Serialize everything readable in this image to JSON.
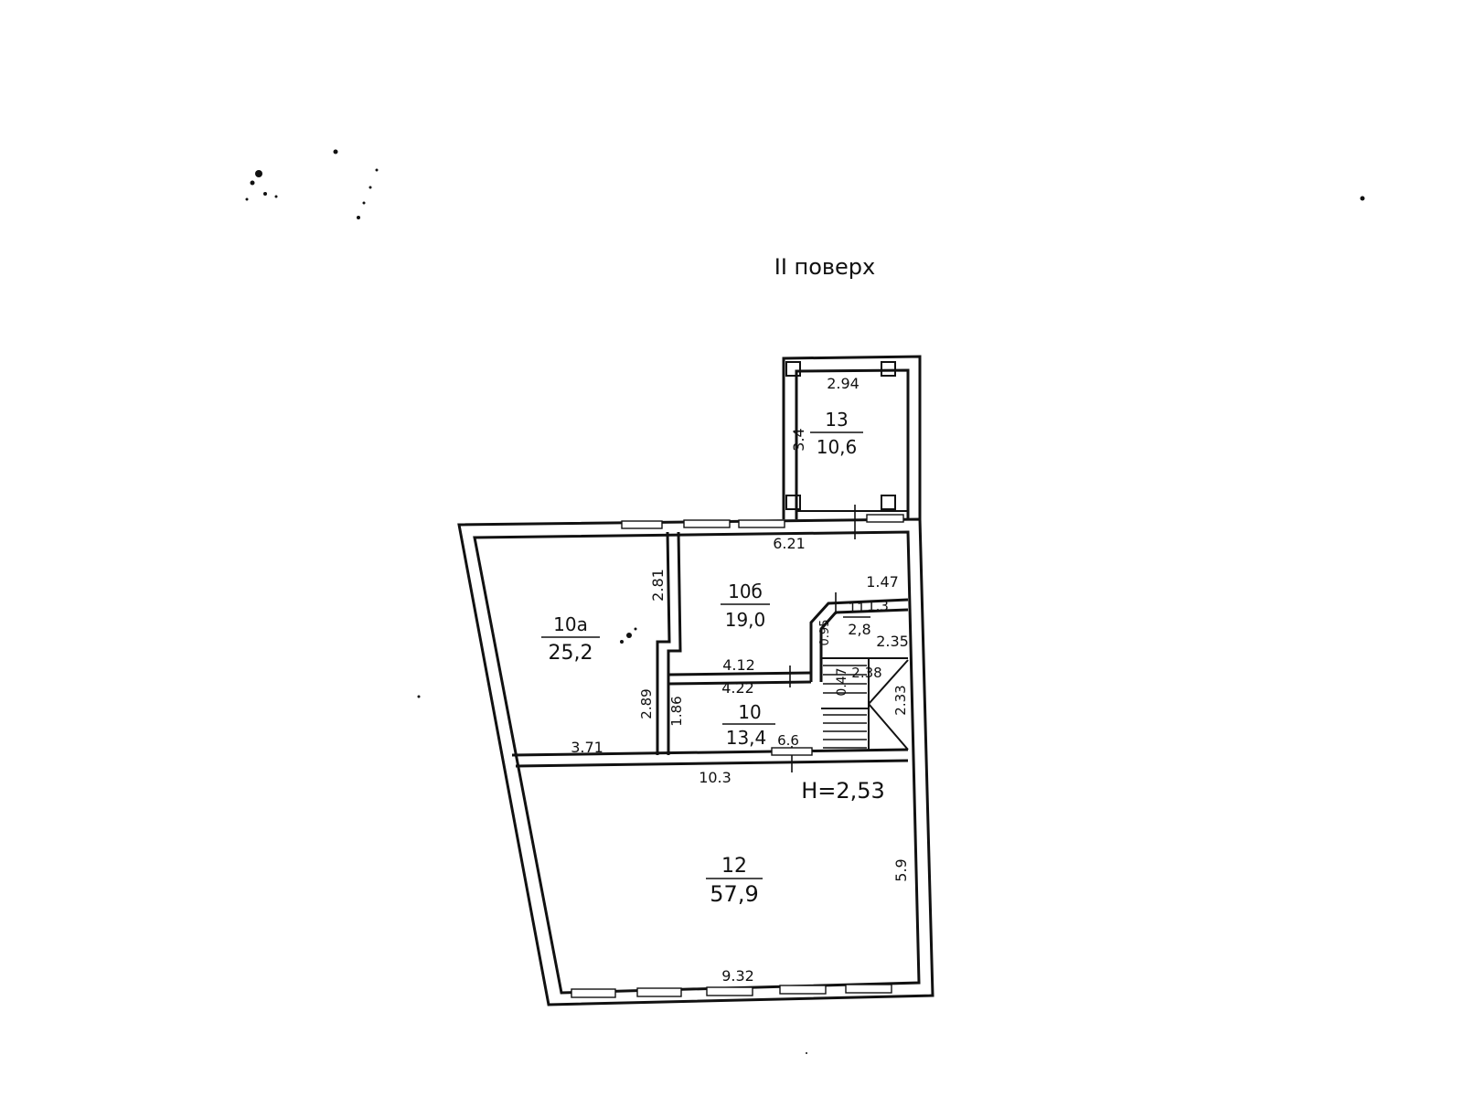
{
  "title": "II поверх",
  "height_label": "H=2,53",
  "rooms": [
    {
      "id": "room-13",
      "number": "13",
      "area": "10,6"
    },
    {
      "id": "room-10a",
      "number": "10а",
      "area": "25,2"
    },
    {
      "id": "room-10b",
      "number": "10б",
      "area": "19,0"
    },
    {
      "id": "room-11",
      "number": "11",
      "area": "2,8"
    },
    {
      "id": "room-10",
      "number": "10",
      "area": "13,4"
    },
    {
      "id": "room-12",
      "number": "12",
      "area": "57,9"
    }
  ],
  "dimensions": {
    "d294": "2.94",
    "d34": "3.4",
    "d621": "6.21",
    "d281": "2.81",
    "d147": "1.47",
    "d13": "1.3",
    "d235": "2.35",
    "d095": "0.95",
    "d412": "4.12",
    "d238": "2.38",
    "d047": "0.47",
    "d422": "4.22",
    "d289": "2.89",
    "d186": "1.86",
    "d233": "2.33",
    "d371": "3.71",
    "d66": "6.6",
    "d103": "10.3",
    "d59": "5.9",
    "d932": "9.32"
  }
}
